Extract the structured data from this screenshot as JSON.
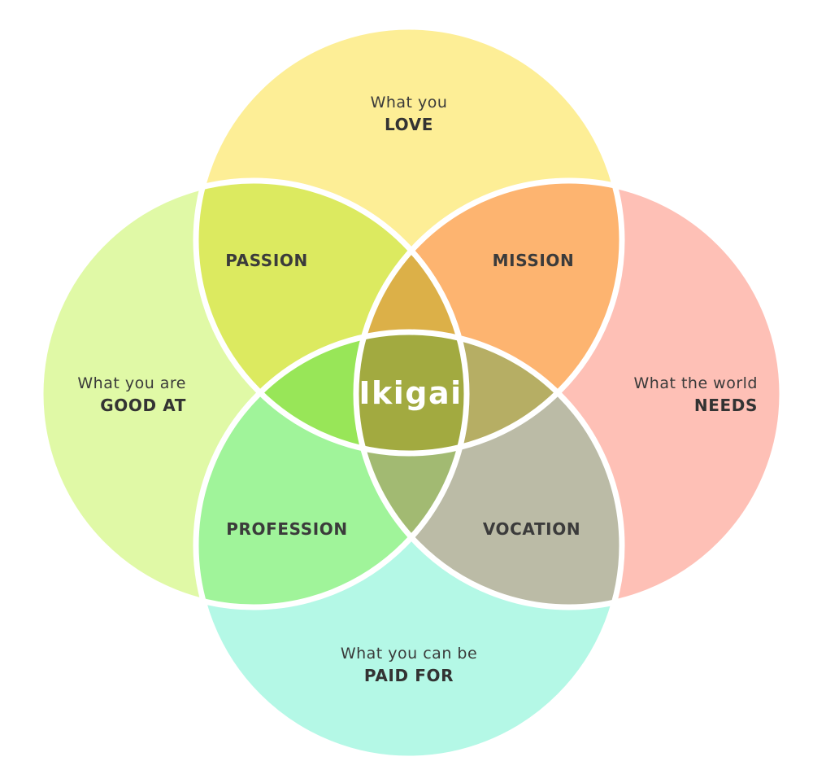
{
  "circles": {
    "love": {
      "line1": "What you",
      "line2": "LOVE",
      "color": "#FDEE96"
    },
    "good_at": {
      "line1": "What you are",
      "line2": "GOOD AT",
      "color": "#E0F9A6"
    },
    "needs": {
      "line1": "What the world",
      "line2": "NEEDS",
      "color": "#FEC0B6"
    },
    "paid_for": {
      "line1": "What you can be",
      "line2": "PAID FOR",
      "color": "#B4F8E6"
    }
  },
  "intersections": {
    "passion": {
      "label": "PASSION",
      "color": "#DCEA60"
    },
    "mission": {
      "label": "MISSION",
      "color": "#FDB470"
    },
    "profession": {
      "label": "PROFESSION",
      "color": "#A0F49A"
    },
    "vocation": {
      "label": "VOCATION",
      "color": "#BBBBA6"
    }
  },
  "triples": {
    "top": {
      "color": "#DCB048"
    },
    "left": {
      "color": "#98E658"
    },
    "right": {
      "color": "#B6AE64"
    },
    "bottom": {
      "color": "#A2BA72"
    }
  },
  "center": {
    "label": "Ikigai",
    "color": "#A2AA40"
  }
}
